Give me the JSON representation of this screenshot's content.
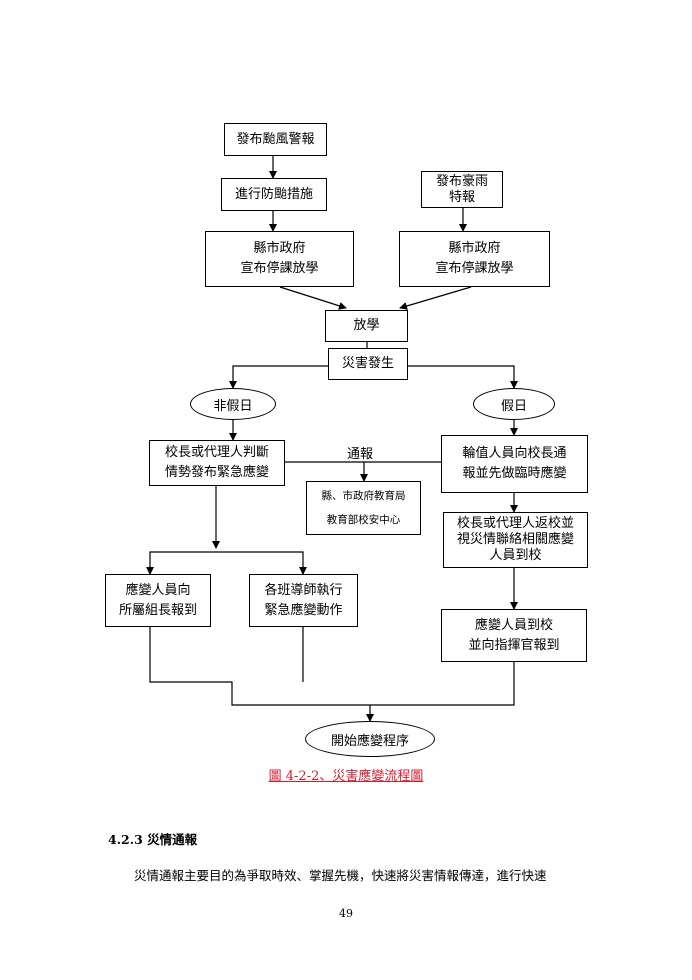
{
  "flowchart": {
    "typhoon_warning": "發布颱風警報",
    "typhoon_prevention": "進行防颱措施",
    "heavy_rain_lines": [
      "發布豪雨",
      "特報"
    ],
    "left_suspend_lines": [
      "縣市政府",
      "宣布停課放學"
    ],
    "right_suspend_lines": [
      "縣市政府",
      "宣布停課放學"
    ],
    "dismiss": "放學",
    "disaster": "災害發生",
    "non_holiday": "非假日",
    "holiday": "假日",
    "principal_judge_lines": [
      "校長或代理人判斷",
      "情勢發布緊急應變"
    ],
    "notify_label": "通報",
    "report_agencies_lines": [
      "縣、市政府教育局",
      "教育部校安中心"
    ],
    "duty_staff_lines": [
      "輪值人員向校長通",
      "報並先做臨時應變"
    ],
    "principal_return_lines": [
      "校長或代理人返校並",
      "視災情聯絡相關應變",
      "人員到校"
    ],
    "staff_report_lines": [
      "應變人員向",
      "所屬組長報到"
    ],
    "teachers_lines": [
      "各班導師執行",
      "緊急應變動作"
    ],
    "staff_arrive_lines": [
      "應變人員到校",
      "並向指揮官報到"
    ],
    "start_response": "開始應變程序"
  },
  "caption": "圖 4-2-2、災害應變流程圖",
  "section": {
    "heading": "4.2.3 災情通報",
    "body": "災情通報主要目的為爭取時效、掌握先機，快速將災害情報傳達，進行快速"
  },
  "page_number": "49"
}
